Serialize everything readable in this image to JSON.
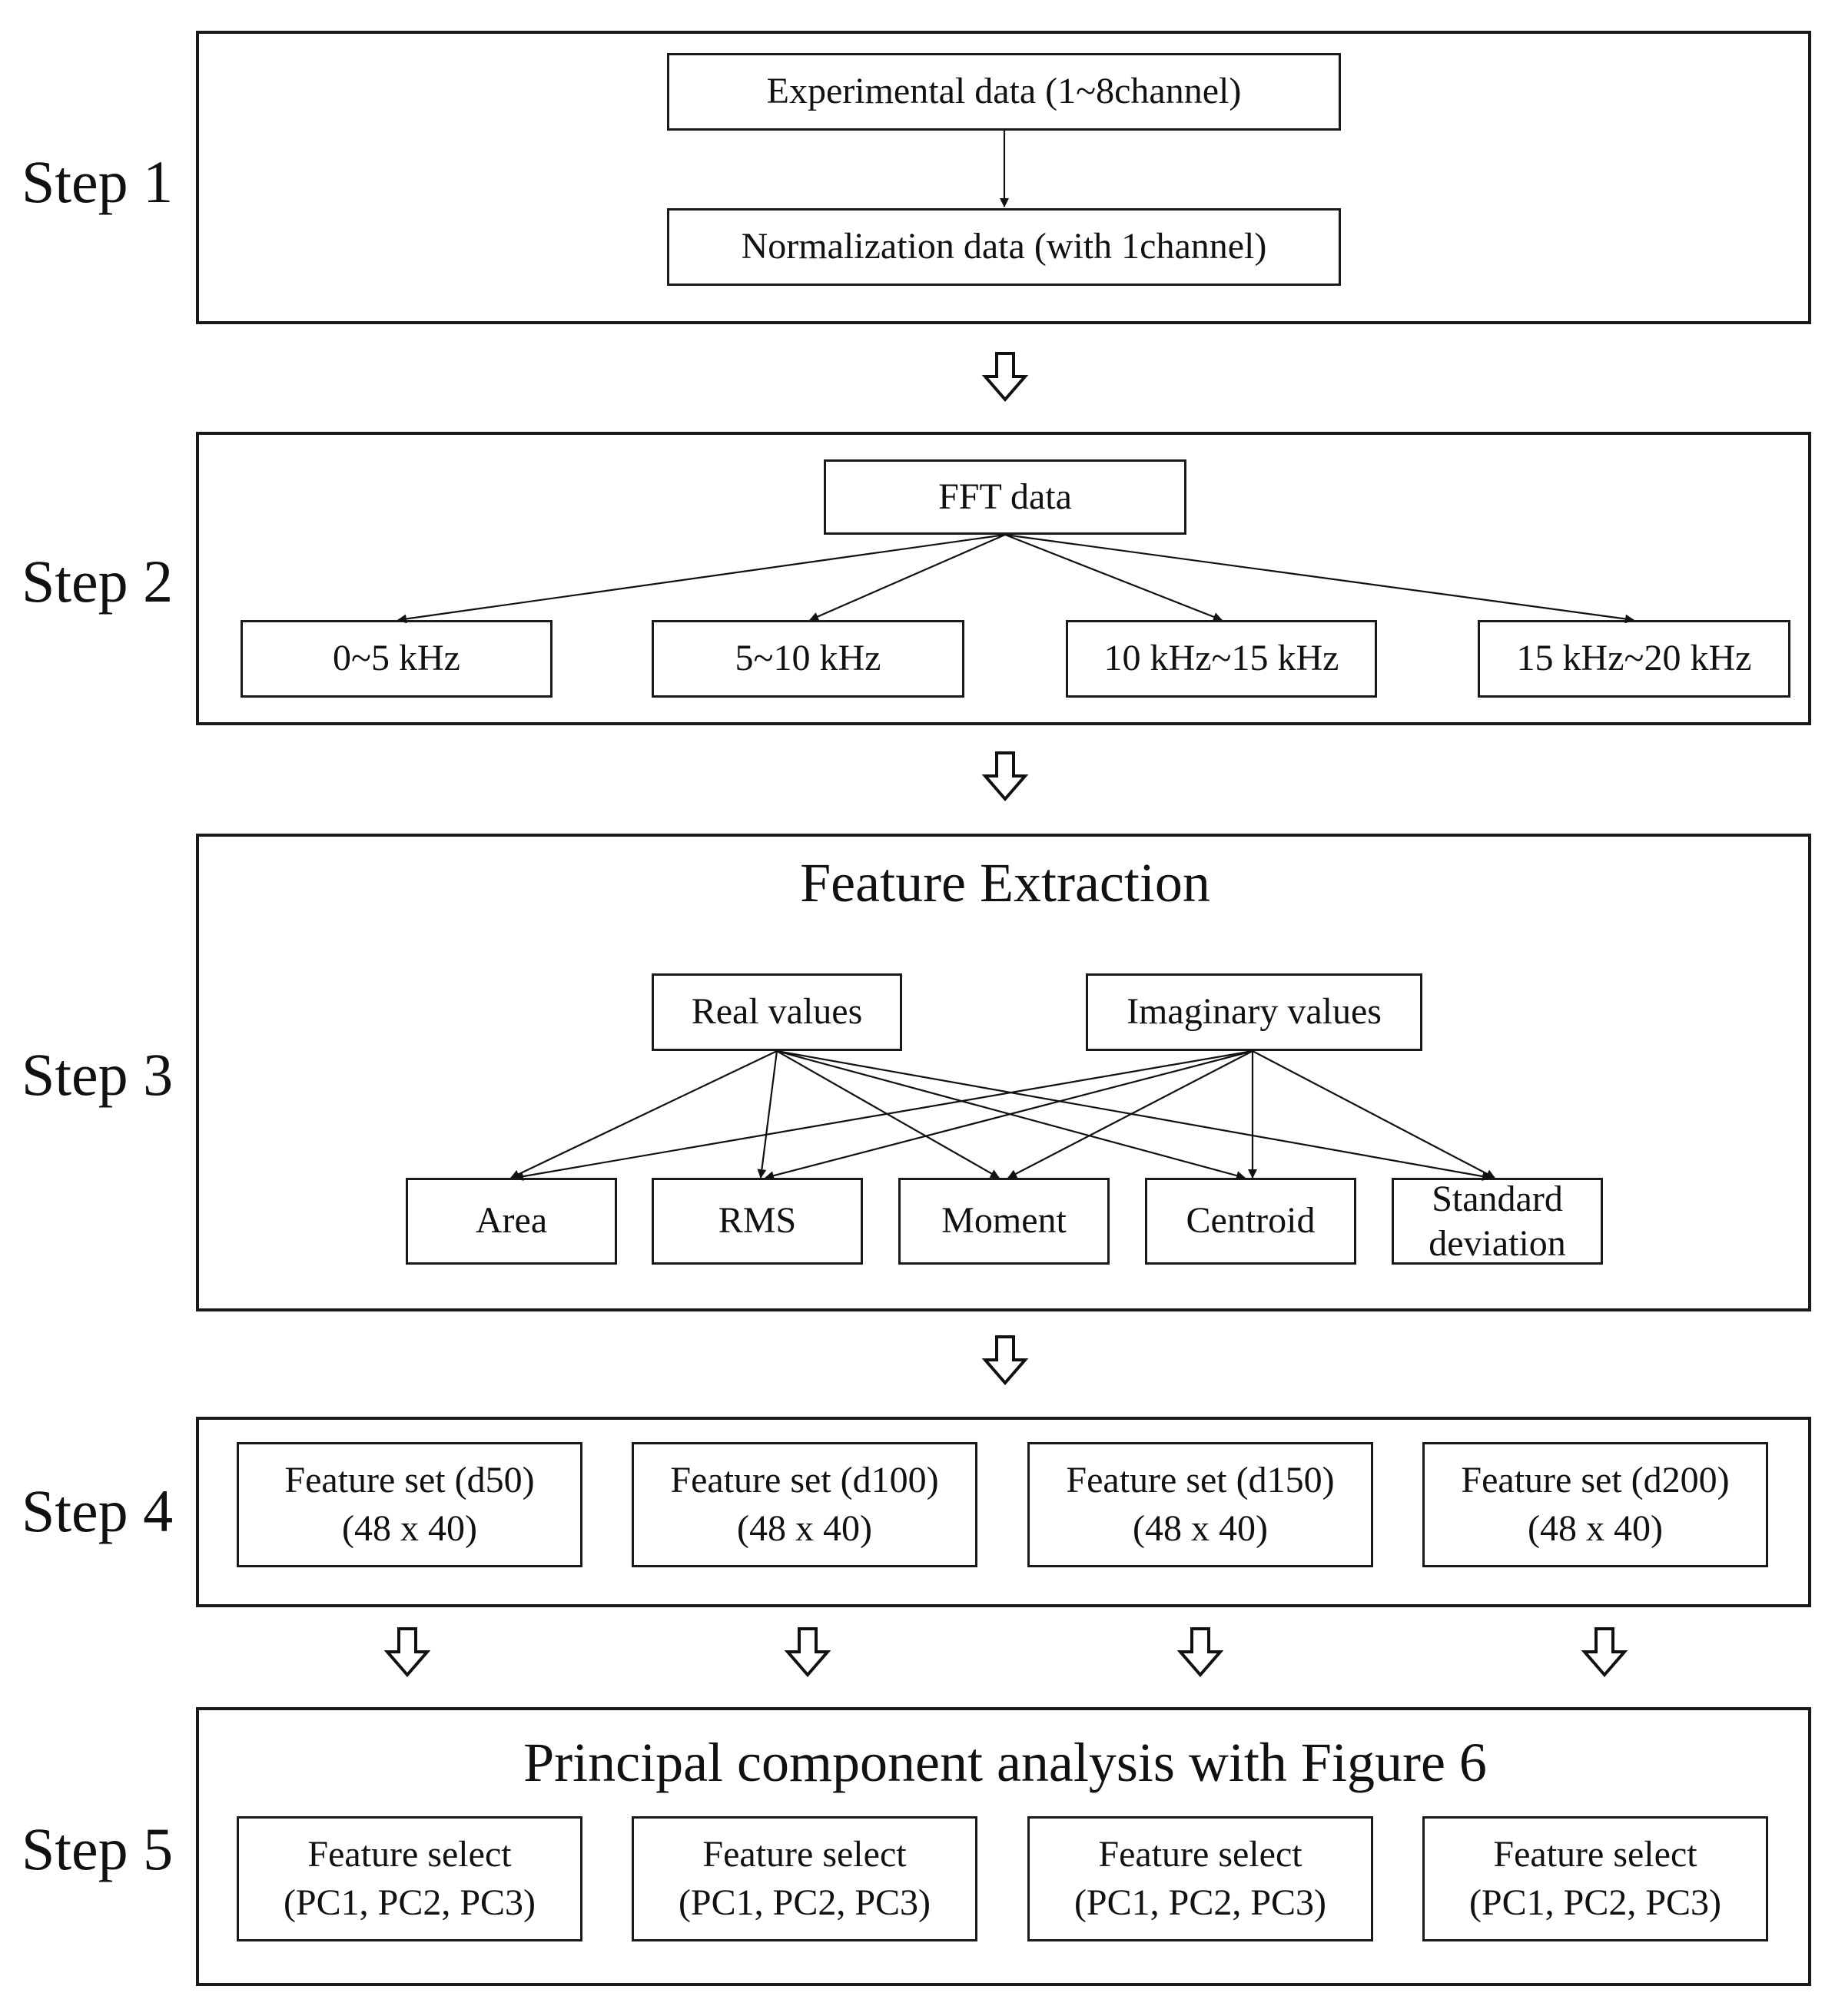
{
  "steps": [
    "Step 1",
    "Step 2",
    "Step 3",
    "Step 4",
    "Step 5"
  ],
  "step1": {
    "experimental": "Experimental data (1~8channel)",
    "normalization": "Normalization data (with 1channel)"
  },
  "step2": {
    "fft": "FFT data",
    "bands": [
      "0~5 kHz",
      "5~10 kHz",
      "10 kHz~15 kHz",
      "15 kHz~20 kHz"
    ]
  },
  "step3": {
    "title": "Feature Extraction",
    "real": "Real values",
    "imaginary": "Imaginary values",
    "features": [
      "Area",
      "RMS",
      "Moment",
      "Centroid"
    ],
    "std_line1": "Standard",
    "std_line2": "deviation"
  },
  "step4": {
    "sets": [
      {
        "name": "Feature set (d50)",
        "size": "(48 x 40)"
      },
      {
        "name": "Feature set (d100)",
        "size": "(48 x 40)"
      },
      {
        "name": "Feature set (d150)",
        "size": "(48 x 40)"
      },
      {
        "name": "Feature set (d200)",
        "size": "(48 x 40)"
      }
    ]
  },
  "step5": {
    "title": "Principal component analysis with Figure 6",
    "selects": [
      {
        "name": "Feature select",
        "pcs": "(PC1, PC2, PC3)"
      },
      {
        "name": "Feature select",
        "pcs": "(PC1, PC2, PC3)"
      },
      {
        "name": "Feature select",
        "pcs": "(PC1, PC2, PC3)"
      },
      {
        "name": "Feature select",
        "pcs": "(PC1, PC2, PC3)"
      }
    ]
  }
}
